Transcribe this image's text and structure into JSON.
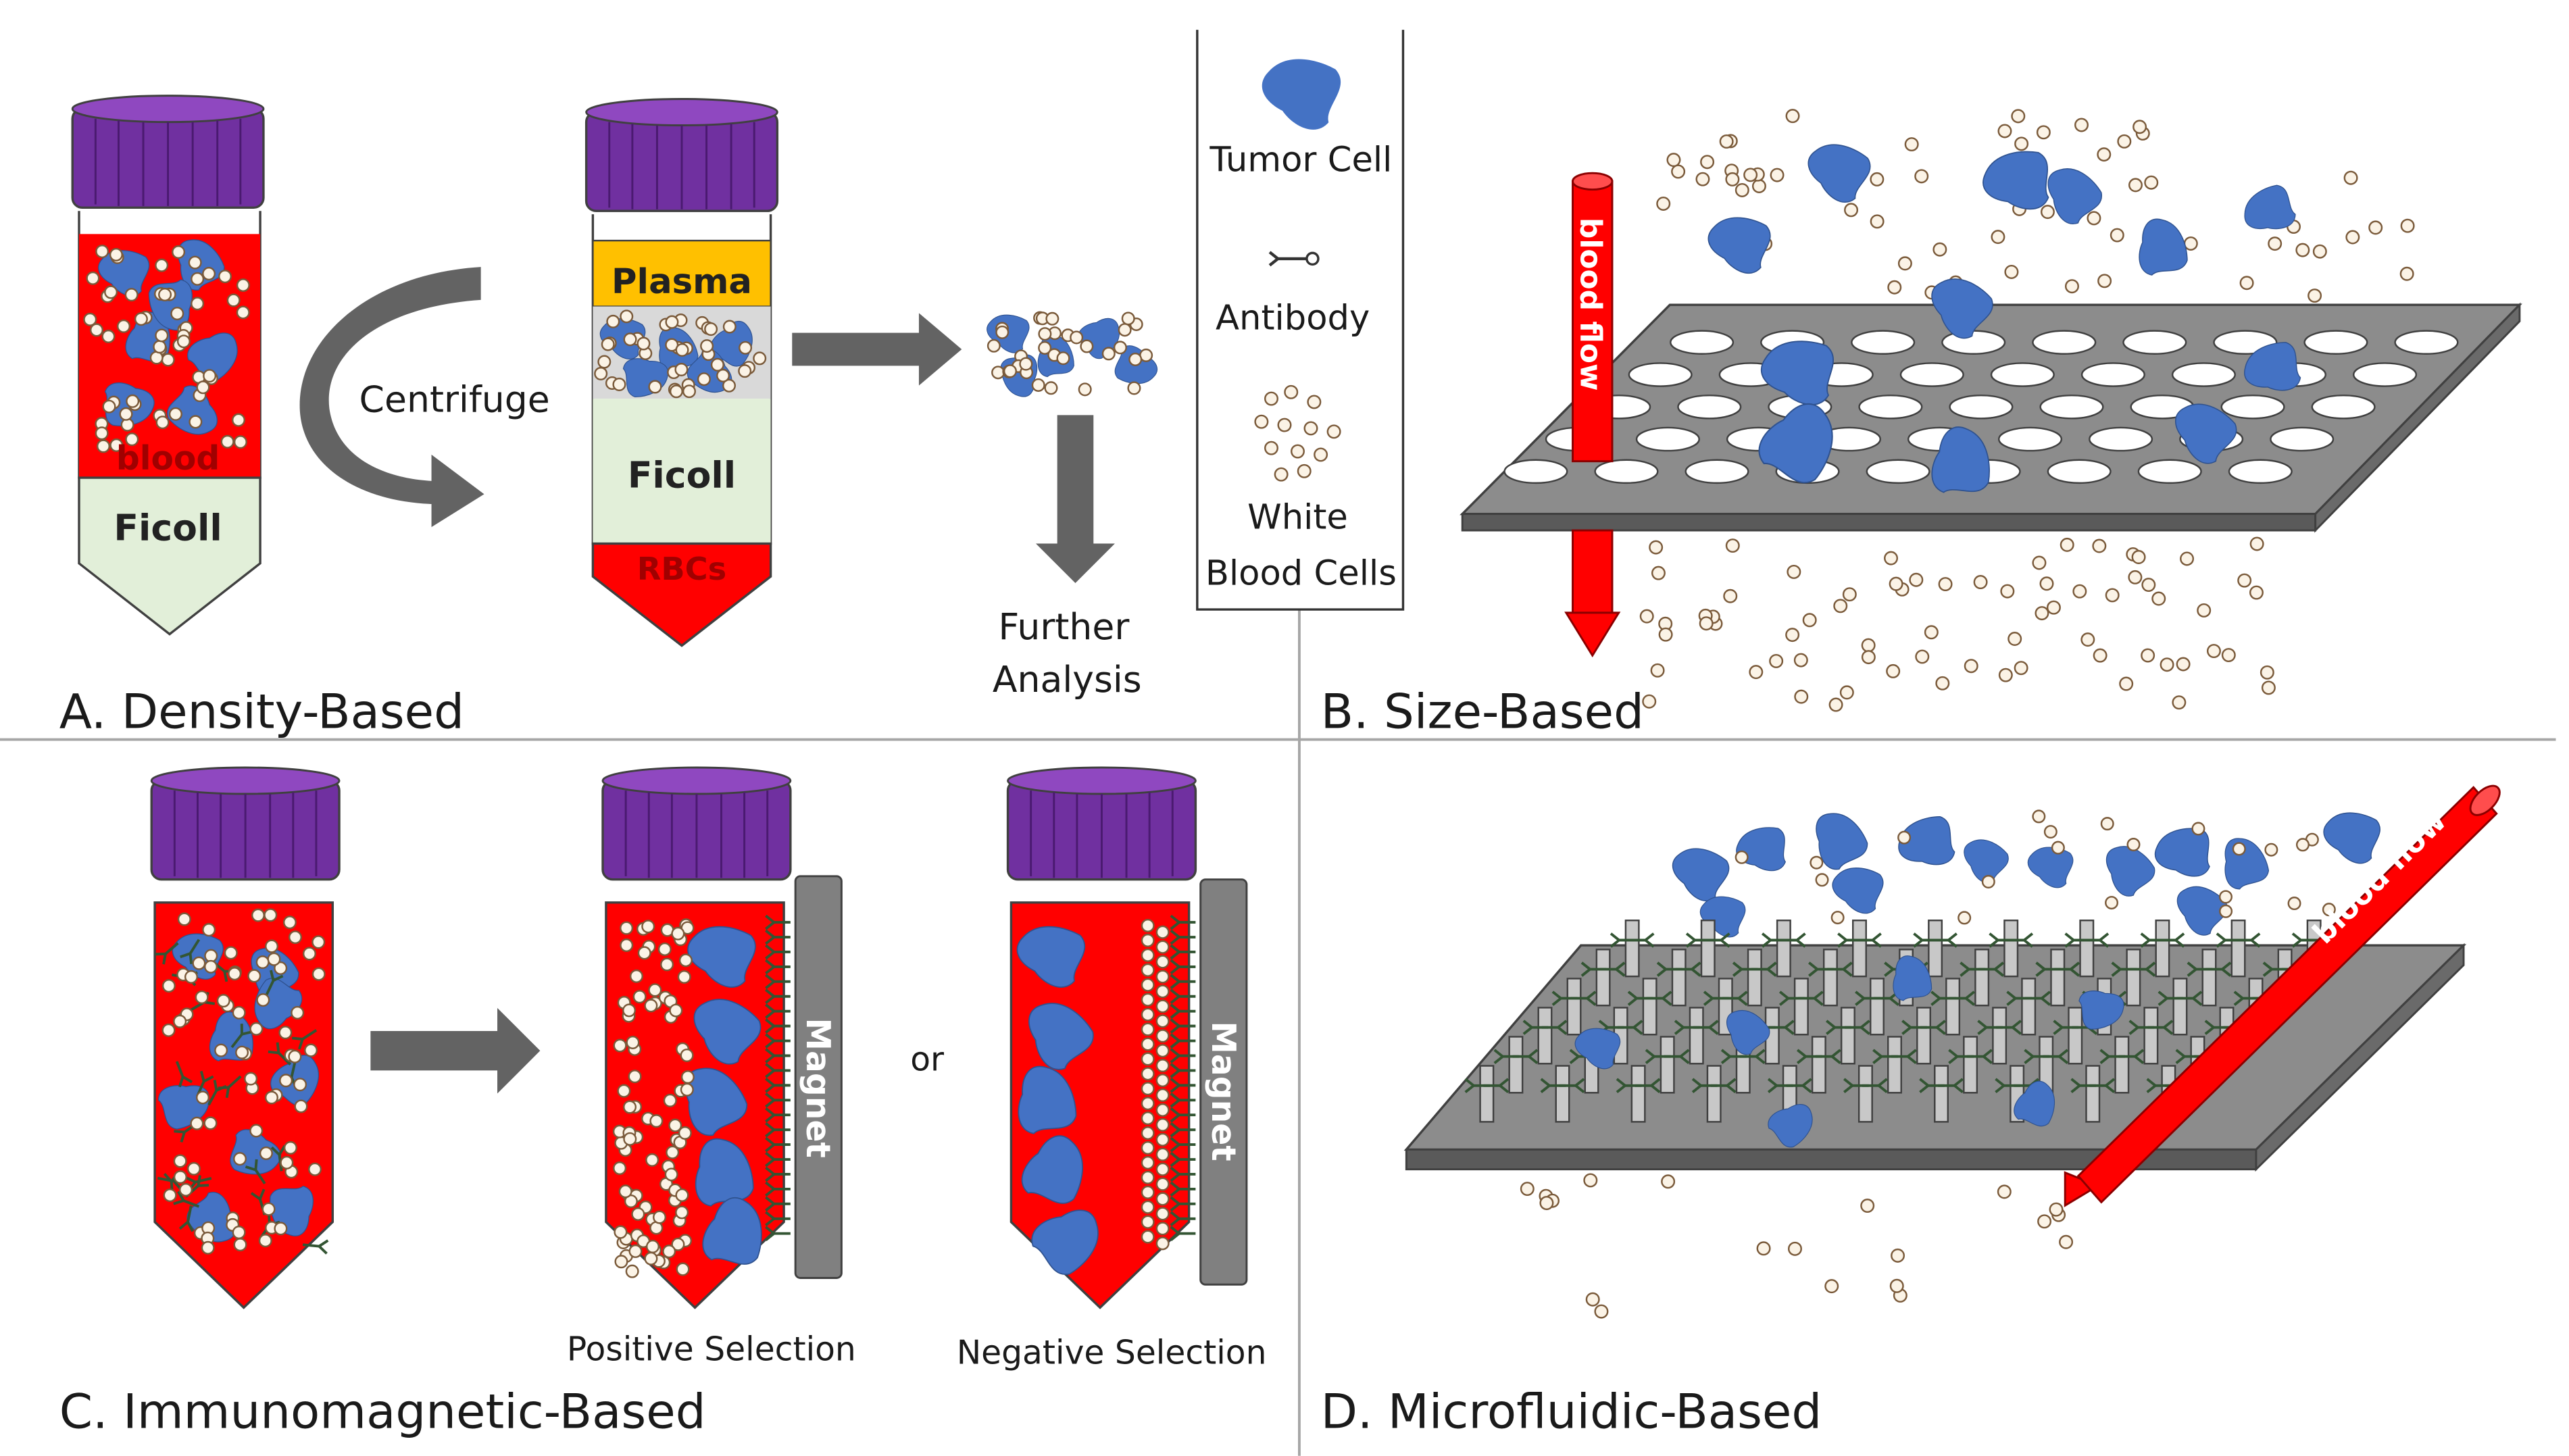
{
  "panels": {
    "a": {
      "title": "A. Density-Based"
    },
    "b": {
      "title": "B. Size-Based"
    },
    "c": {
      "title": "C. Immunomagnetic-Based"
    },
    "d": {
      "title": "D. Microfluidic-Based"
    }
  },
  "density": {
    "tube1_top": "blood",
    "tube1_bottom": "Ficoll",
    "centrifuge": "Centrifuge",
    "tube2_plasma": "Plasma",
    "tube2_ficoll": "Ficoll",
    "tube2_rbcs": "RBCs",
    "further_1": "Further",
    "further_2": "Analysis"
  },
  "legend": {
    "tumor_cell": "Tumor Cell",
    "antibody": "Antibody",
    "wbc_1": "White",
    "wbc_2": "Blood Cells"
  },
  "size": {
    "blood_flow": "blood flow"
  },
  "immuno": {
    "magnet": "Magnet",
    "or": "or",
    "positive": "Positive Selection",
    "negative": "Negative Selection"
  },
  "microfluidic": {
    "blood_flow": "blood flow"
  },
  "colors": {
    "cap": "#7030a0",
    "blood": "#ff0000",
    "ficoll": "#e2efd9",
    "plasma": "#ffc000",
    "tumor": "#4472c4",
    "arrow": "#636363",
    "plate": "#808080",
    "magnet": "#808080",
    "divider": "#a6a6a6"
  }
}
